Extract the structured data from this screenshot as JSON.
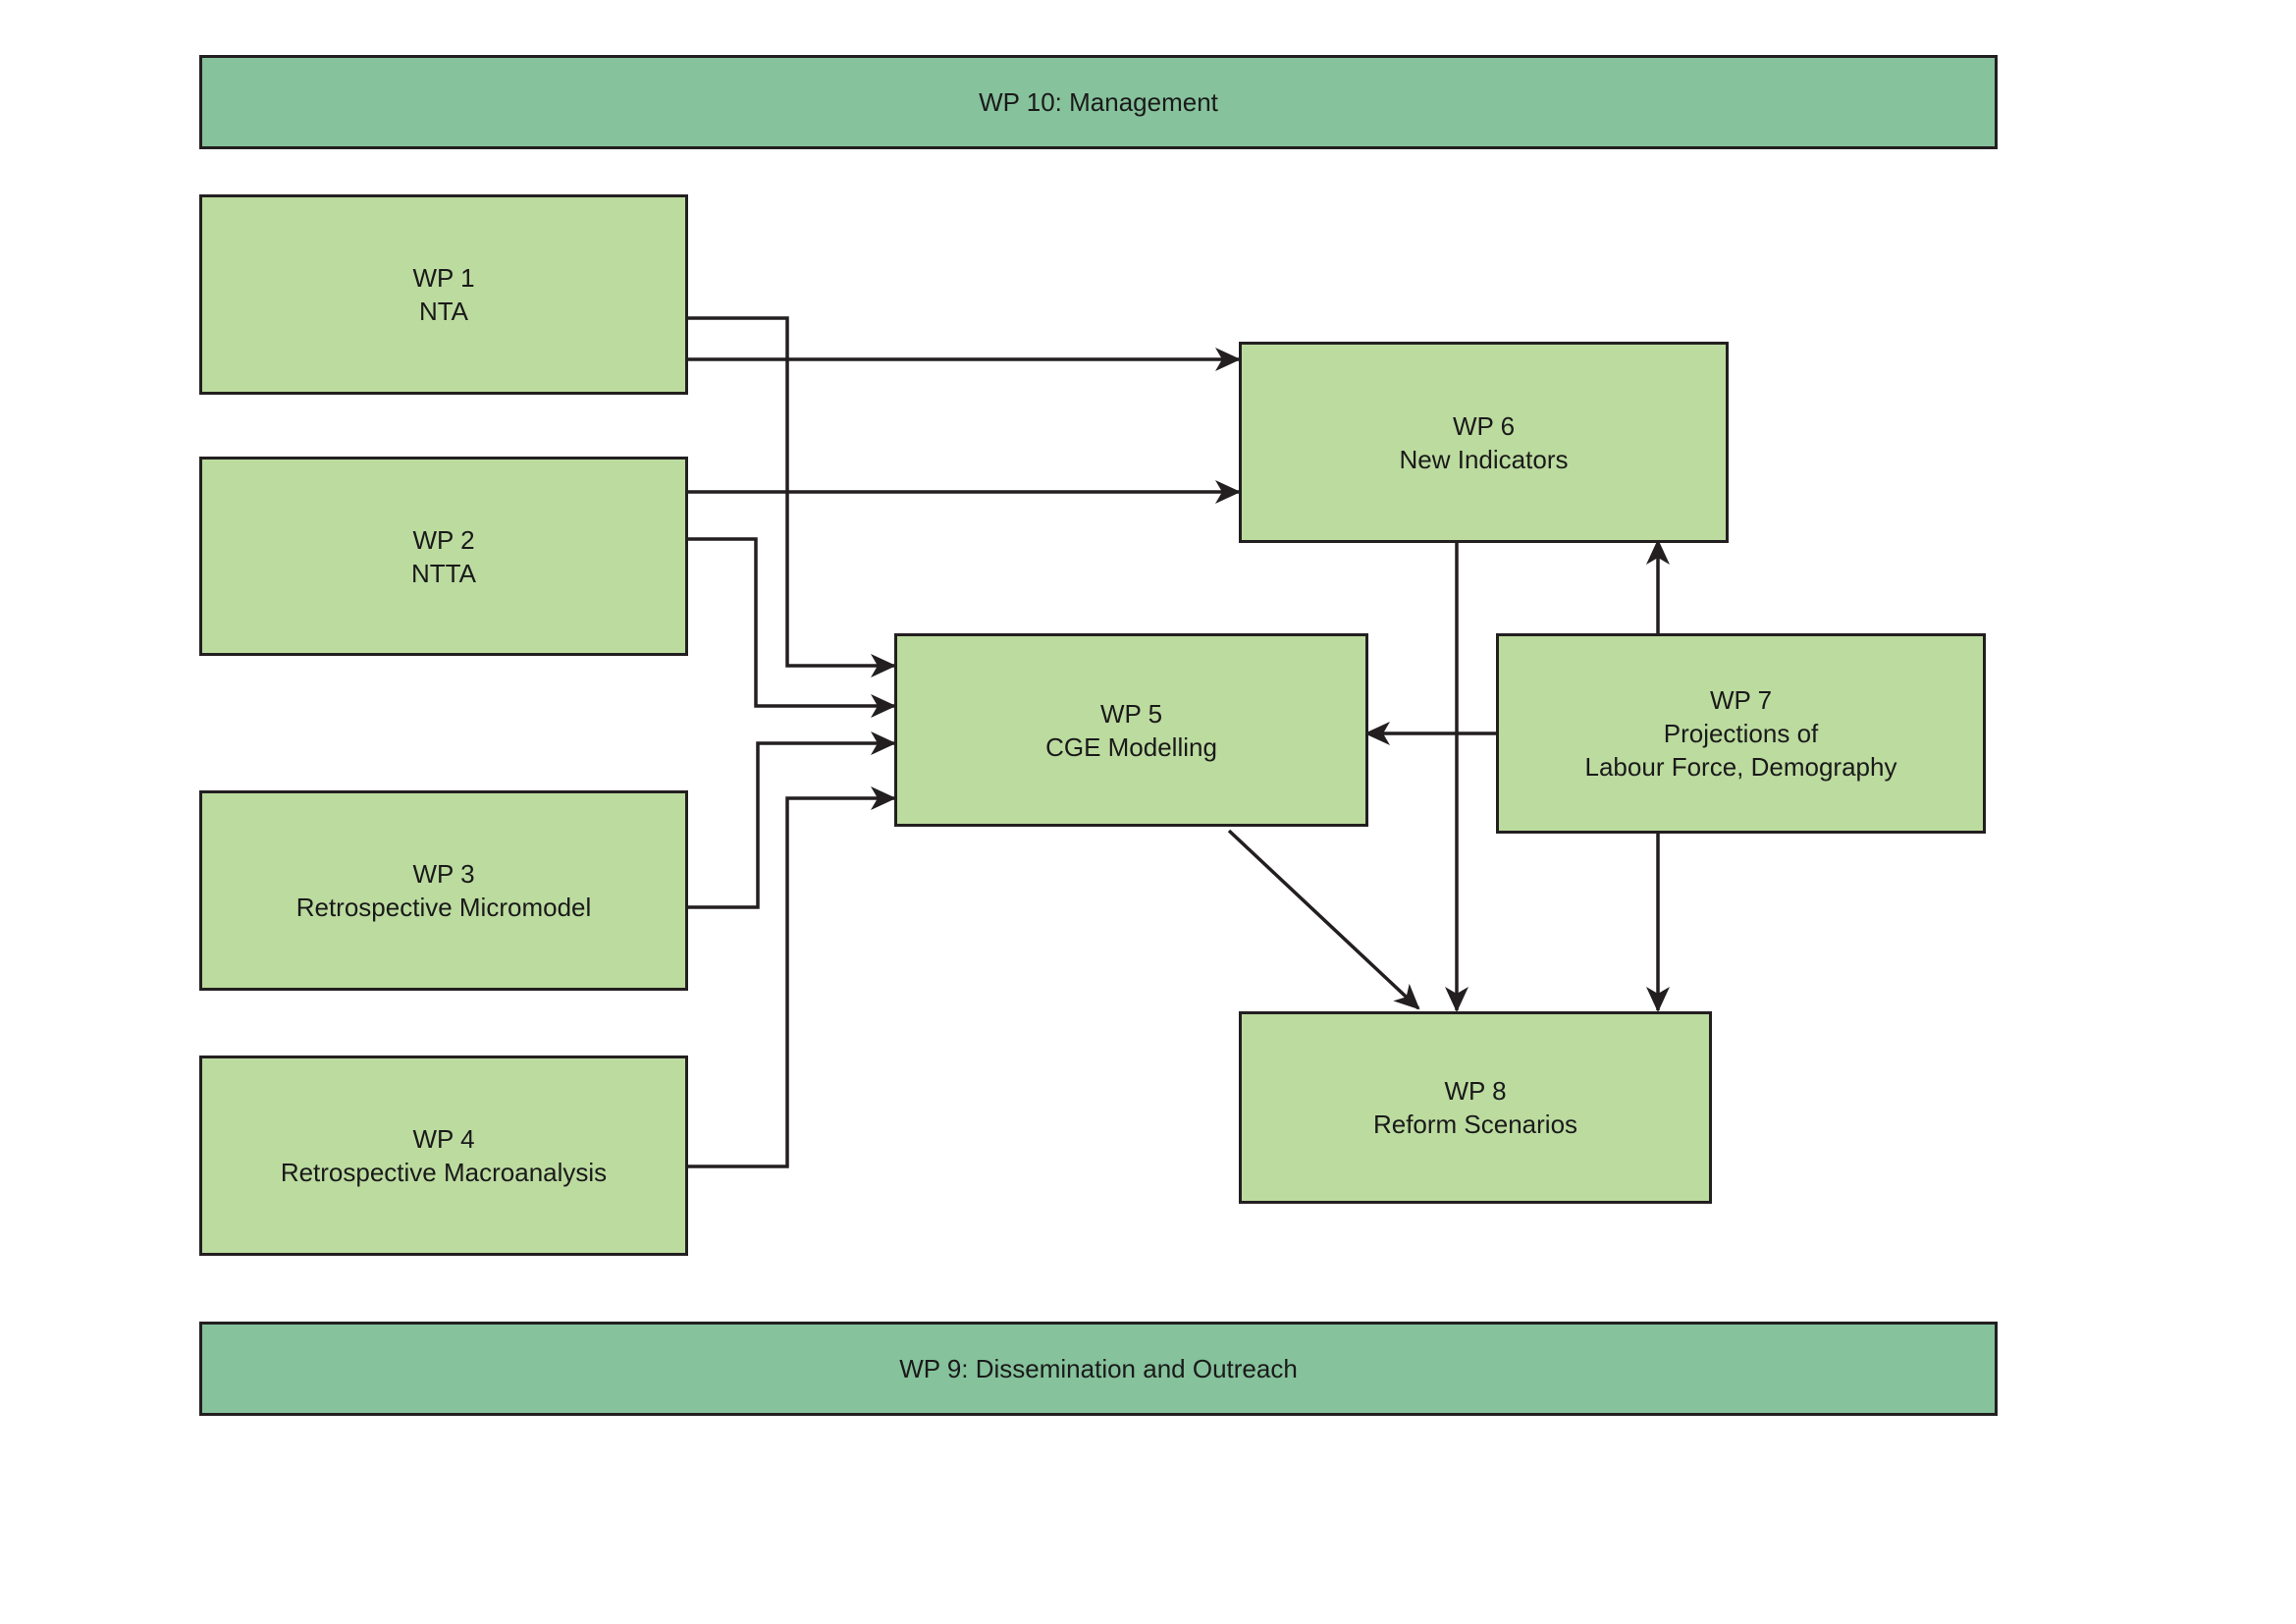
{
  "management": {
    "label": "WP 10: Management"
  },
  "dissemination": {
    "label": "WP 9: Dissemination and Outreach"
  },
  "wp1": {
    "id": "WP 1",
    "title": "NTA"
  },
  "wp2": {
    "id": "WP 2",
    "title": "NTTA"
  },
  "wp3": {
    "id": "WP 3",
    "title": "Retrospective Micromodel"
  },
  "wp4": {
    "id": "WP 4",
    "title": "Retrospective Macroanalysis"
  },
  "wp5": {
    "id": "WP 5",
    "title": "CGE Modelling"
  },
  "wp6": {
    "id": "WP 6",
    "title": "New Indicators"
  },
  "wp7": {
    "id": "WP 7",
    "title_line1": "Projections of",
    "title_line2": "Labour Force, Demography"
  },
  "wp8": {
    "id": "WP 8",
    "title": "Reform Scenarios"
  },
  "colors": {
    "band": "#86c29c",
    "box": "#bcdb9f",
    "stroke": "#231f20"
  }
}
